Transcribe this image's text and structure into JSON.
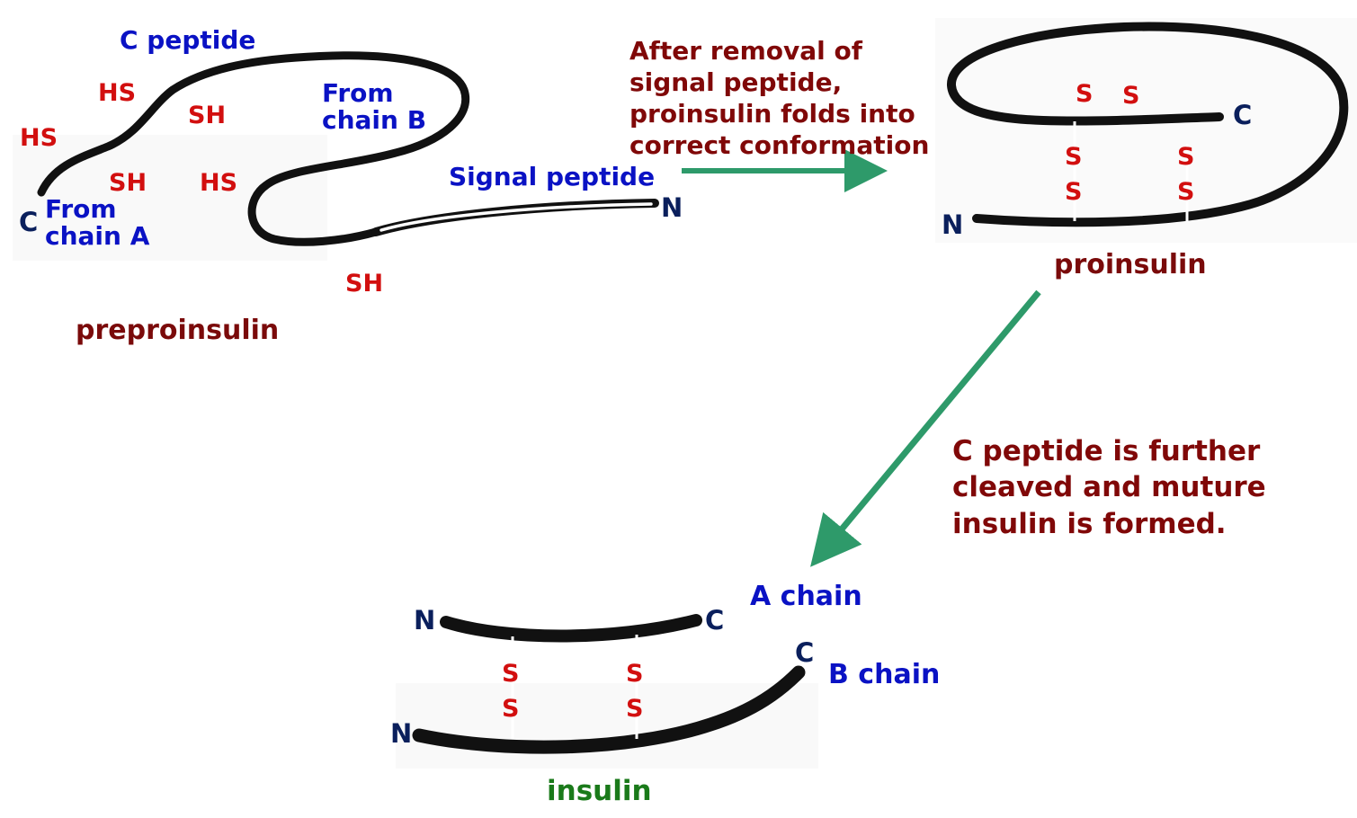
{
  "colors": {
    "chain_stroke": "#111111",
    "blue_label": "#0a12c4",
    "red_label": "#d20f0f",
    "terminus_label": "#0a1f5c",
    "caption": "#800808",
    "arrow": "#2e9a6a",
    "insulin_label": "#1a7a1a"
  },
  "preproinsulin": {
    "title": "preproinsulin",
    "c_peptide": "C peptide",
    "from_chain_b": "From\nchain B",
    "from_chain_a": "From\nchain A",
    "signal_peptide": "Signal peptide",
    "terminus_c": "C",
    "terminus_n": "N",
    "thiols": [
      "HS",
      "HS",
      "SH",
      "SH",
      "HS",
      "SH"
    ]
  },
  "step1_caption": "After removal of\nsignal peptide,\nproinsulin folds into\ncorrect conformation",
  "proinsulin": {
    "title": "proinsulin",
    "terminus_c": "C",
    "terminus_n": "N",
    "sulfurs": [
      "S",
      "S",
      "S",
      "S",
      "S",
      "S"
    ]
  },
  "step2_caption": "C peptide is further\ncleaved and muture\ninsulin is formed.",
  "insulin": {
    "title": "insulin",
    "a_chain": "A chain",
    "b_chain": "B chain",
    "a_terminus_n": "N",
    "a_terminus_c": "C",
    "b_terminus_n": "N",
    "b_terminus_c": "C",
    "sulfurs": [
      "S",
      "S",
      "S",
      "S"
    ]
  }
}
